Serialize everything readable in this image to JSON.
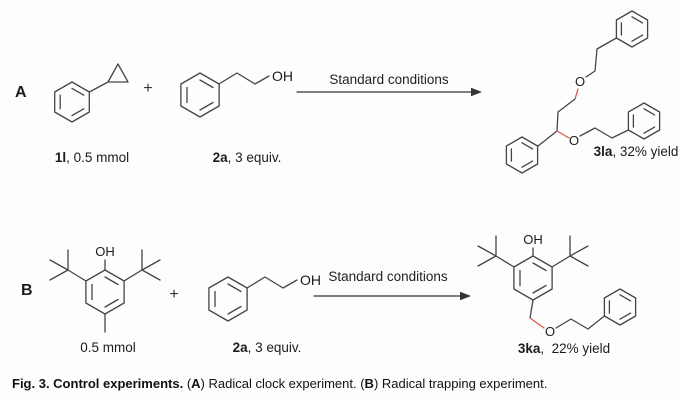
{
  "colors": {
    "bond": "#454545",
    "highlight": "#e0564e",
    "text": "#1c1c1c"
  },
  "panel_a": {
    "label": "A",
    "plus": "+",
    "reactant_1": {
      "id": "1l",
      "suffix": ", 0.5 mmol"
    },
    "reactant_2": {
      "id": "2a",
      "suffix": ", 3 equiv.",
      "oh": "OH"
    },
    "arrow_label": "Standard conditions",
    "product": {
      "id": "3la",
      "suffix": ", 32% yield",
      "o_top": "O",
      "o_bottom": "O"
    }
  },
  "panel_b": {
    "label": "B",
    "plus": "+",
    "reactant_1": {
      "suffix": "0.5 mmol",
      "oh": "OH"
    },
    "reactant_2": {
      "id": "2a",
      "suffix": ", 3 equiv.",
      "oh": "OH"
    },
    "arrow_label": "Standard conditions",
    "product": {
      "id": "3ka",
      "suffix": ",  22% yield",
      "oh": "OH",
      "o": "O"
    }
  },
  "caption": {
    "title": "Fig. 3. Control experiments.",
    "a_open": " (",
    "a_label": "A",
    "a_text": ") Radical clock experiment. (",
    "b_label": "B",
    "b_text": ") Radical trapping experiment."
  }
}
